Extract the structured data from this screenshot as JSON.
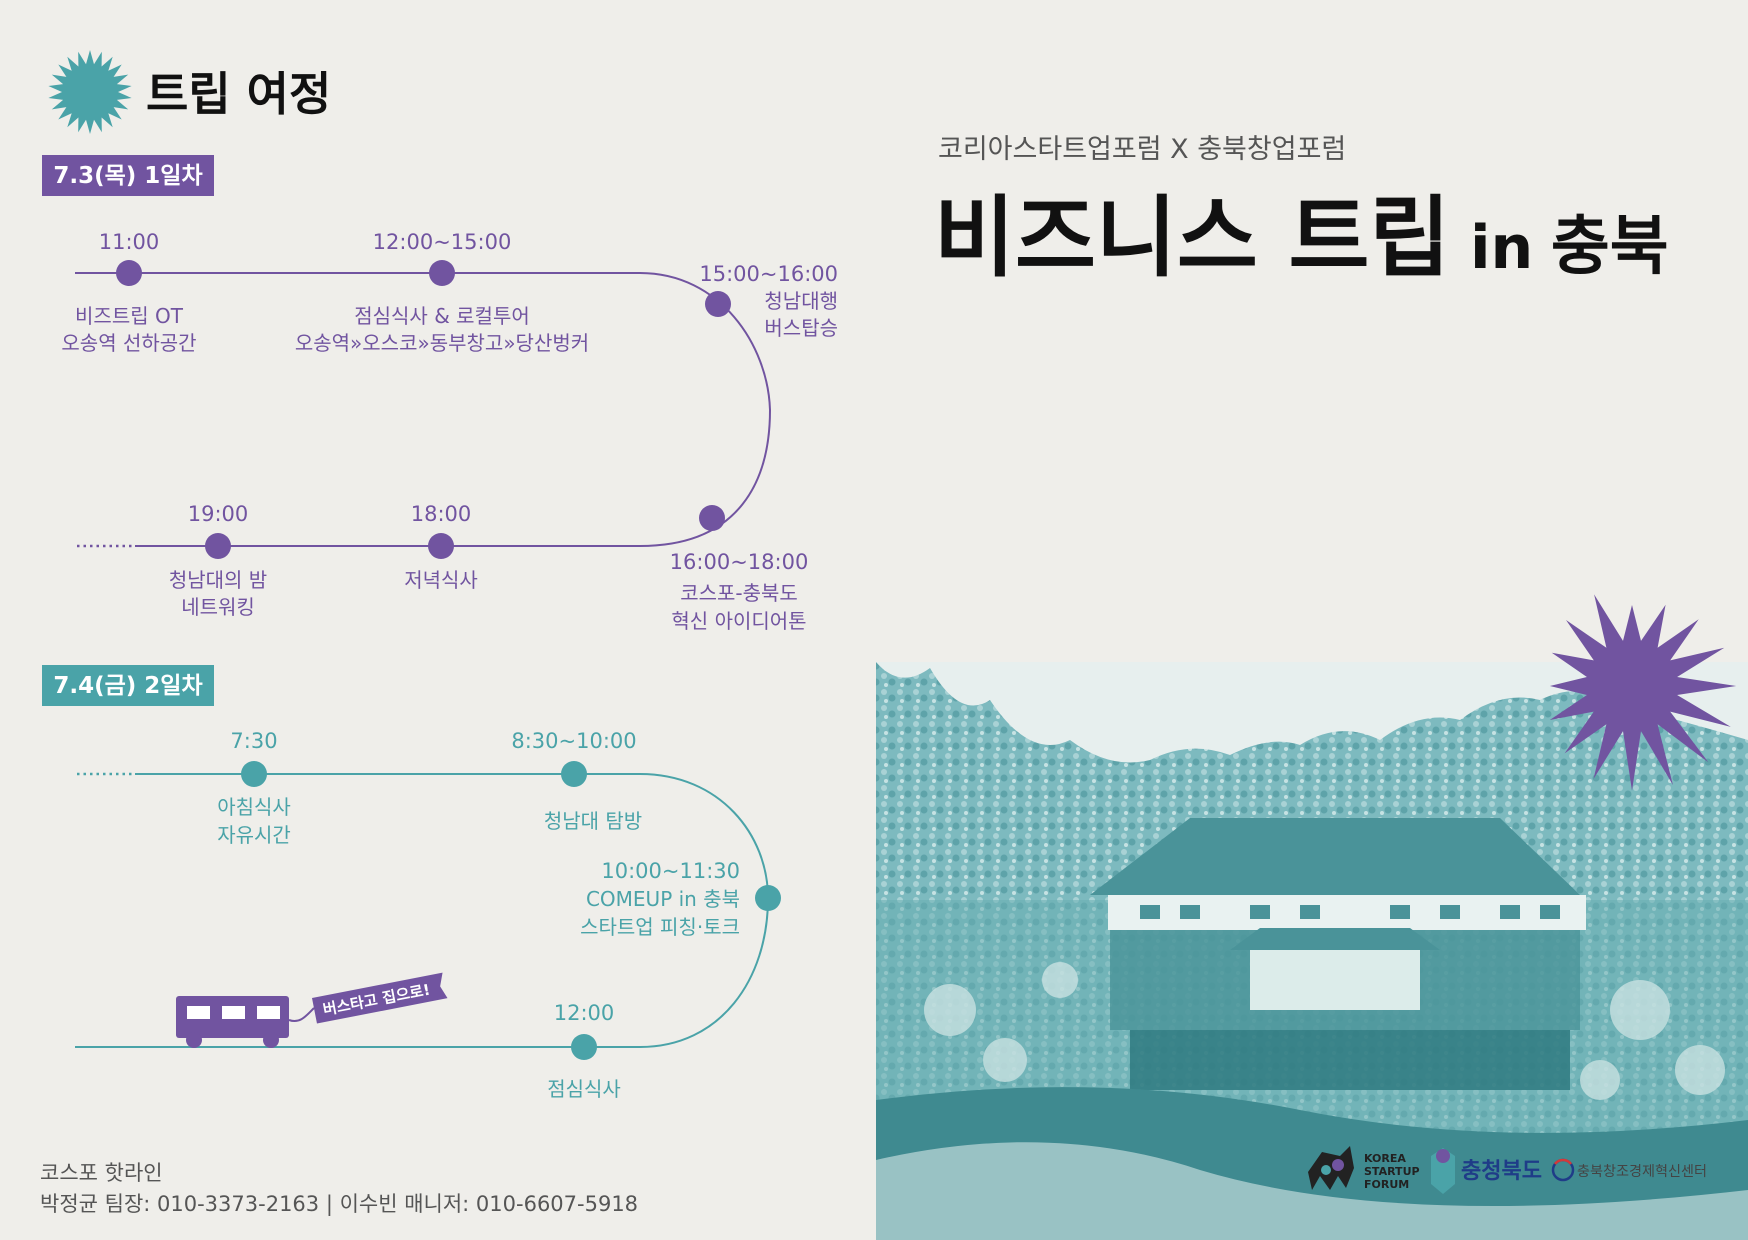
{
  "colors": {
    "purple": "#7154a0",
    "teal": "#4aa3a8",
    "photo_teal": "#6fb1b6",
    "photo_dark": "#3f8a90",
    "bg": "#efeeea",
    "text_dark": "#111111",
    "text_gray": "#555555"
  },
  "header": {
    "section_title": "트립 여정",
    "subtitle": "코리아스타트업포럼 X 충북창업포럼",
    "title_main": "비즈니스 트립",
    "title_in": "in",
    "title_region": "충북"
  },
  "day1": {
    "label": "7.3(목) 1일차",
    "stops": [
      {
        "time": "11:00",
        "line1": "비즈트립 OT",
        "line2": "오송역 선하공간"
      },
      {
        "time": "12:00~15:00",
        "line1": "점심식사 & 로컬투어",
        "line2": "오송역»오스코»동부창고»당산벙커"
      },
      {
        "time": "15:00~16:00",
        "line1": "청남대행",
        "line2": "버스탑승"
      },
      {
        "time": "16:00~18:00",
        "line1": "코스포-충북도",
        "line2": "혁신 아이디어톤"
      },
      {
        "time": "18:00",
        "line1": "저녁식사",
        "line2": ""
      },
      {
        "time": "19:00",
        "line1": "청남대의 밤",
        "line2": "네트워킹"
      }
    ]
  },
  "day2": {
    "label": "7.4(금) 2일차",
    "stops": [
      {
        "time": "7:30",
        "line1": "아침식사",
        "line2": "자유시간"
      },
      {
        "time": "8:30~10:00",
        "line1": "청남대 탐방",
        "line2": ""
      },
      {
        "time": "10:00~11:30",
        "line1": "COMEUP in 충북",
        "line2": "스타트업 피칭·토크"
      },
      {
        "time": "12:00",
        "line1": "점심식사",
        "line2": ""
      }
    ],
    "bus_banner": "버스타고 집으로!"
  },
  "hotline": {
    "title": "코스포 핫라인",
    "contacts": "박정균 팀장: 010-3373-2163 | 이수빈 매니저: 010-6607-5918"
  },
  "logos": {
    "korea_startup_forum": [
      "KOREA",
      "STARTUP",
      "FORUM"
    ],
    "chungbuk": "충청북도",
    "ccei": "충북창조경제혁신센터"
  },
  "icons": [
    "starburst-icon",
    "bus-icon"
  ]
}
